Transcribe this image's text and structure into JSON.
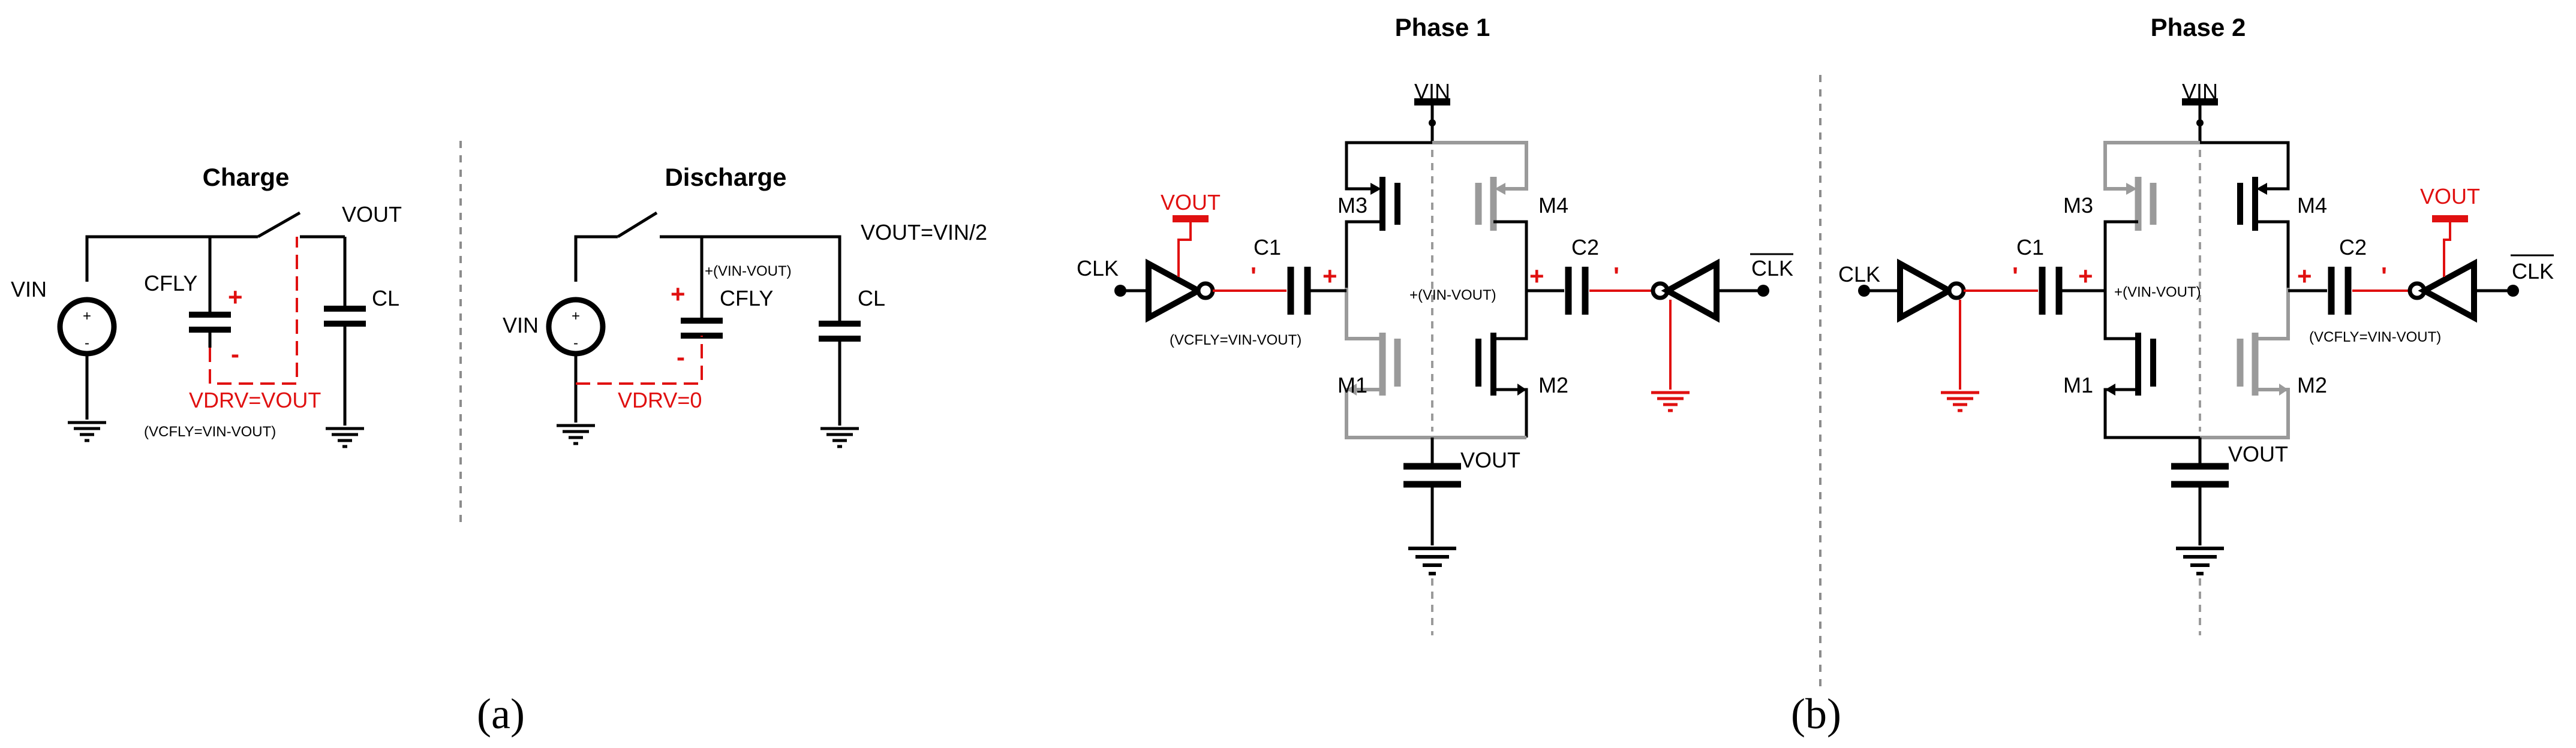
{
  "panel_a": {
    "caption": "(a)",
    "charge": {
      "title": "Charge",
      "vin": "VIN",
      "cfly": "CFLY",
      "cl": "CL",
      "vout": "VOUT",
      "vdrv": "VDRV=VOUT",
      "note": "(VCFLY=VIN-VOUT)",
      "plus": "+",
      "minus": "-"
    },
    "discharge": {
      "title": "Discharge",
      "vin": "VIN",
      "cfly": "CFLY",
      "cl": "CL",
      "vout": "VOUT=VIN/2",
      "vdrv": "VDRV=0",
      "note": "+(VIN-VOUT)",
      "plus": "+",
      "minus": "-"
    }
  },
  "panel_b": {
    "caption": "(b)",
    "phase1": {
      "title": "Phase 1",
      "vin": "VIN",
      "vout": "VOUT",
      "vout_red": "VOUT",
      "clk": "CLK",
      "clkb": "CLK",
      "c1": "C1",
      "c2": "C2",
      "m1": "M1",
      "m2": "M2",
      "m3": "M3",
      "m4": "M4",
      "note1": "(VCFLY=VIN-VOUT)",
      "note2": "+(VIN-VOUT)",
      "plus": "+",
      "minus": "'"
    },
    "phase2": {
      "title": "Phase 2",
      "vin": "VIN",
      "vout": "VOUT",
      "vout_red": "VOUT",
      "clk": "CLK",
      "clkb": "CLK",
      "c1": "C1",
      "c2": "C2",
      "m1": "M1",
      "m2": "M2",
      "m3": "M3",
      "m4": "M4",
      "note1": "(VCFLY=VIN-VOUT)",
      "note2": "+(VIN-VOUT)",
      "plus": "+",
      "minus": "'"
    }
  },
  "colors": {
    "wire": "#000000",
    "inactive": "#9a9a9a",
    "highlight": "#e01010"
  }
}
